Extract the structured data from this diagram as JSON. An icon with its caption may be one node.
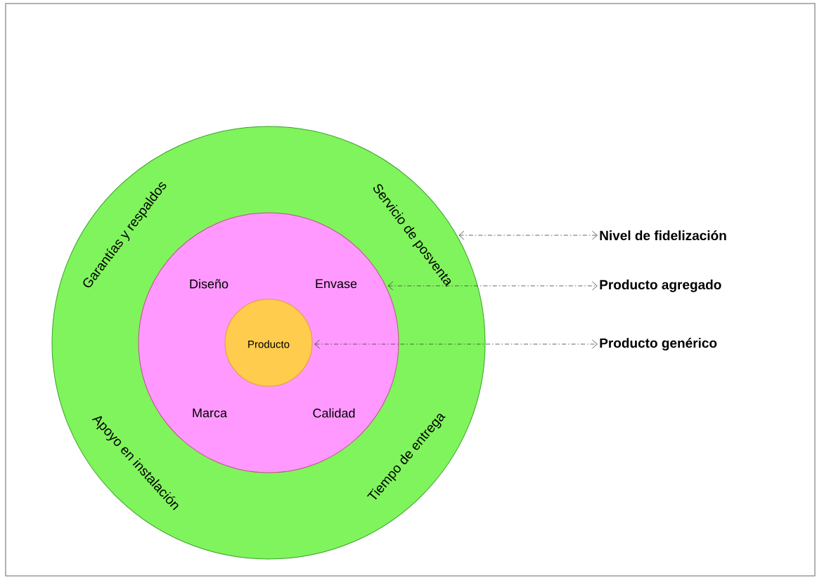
{
  "diagram": {
    "nodes": [
      {
        "text": [
          "Garantías y respaldos",
          "Servicio de posventa",
          "Apoyo en instalación",
          "Tiempo de entrega"
        ]
      },
      {
        "text": [
          "Diseño",
          "Envase",
          "Marca",
          "Calidad"
        ],
        "in": 0
      },
      {
        "text": [
          "Producto"
        ],
        "in": 1
      },
      {
        "text": [
          "Nivel de fidelización"
        ]
      },
      {
        "text": [
          "Producto agregado"
        ]
      },
      {
        "text": [
          "Producto genérico"
        ]
      }
    ],
    "edges": [
      {
        "from": 0,
        "to": 3,
        "arrow": "both",
        "style": "dashed"
      },
      {
        "from": 1,
        "to": 4,
        "arrow": "both",
        "style": "dashed"
      },
      {
        "from": 2,
        "to": 5,
        "arrow": "both",
        "style": "dashed"
      }
    ]
  }
}
